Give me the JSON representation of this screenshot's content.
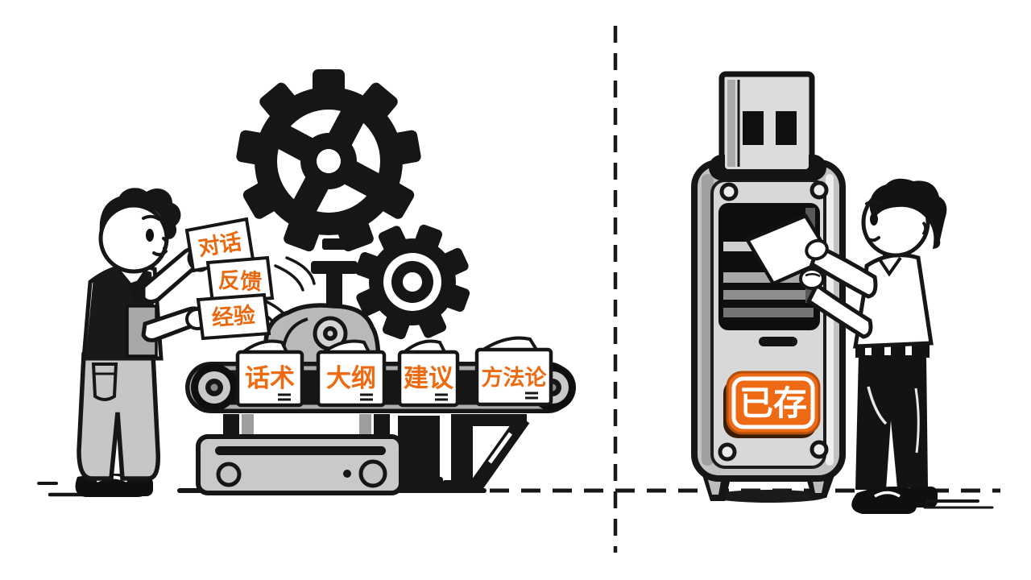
{
  "colors": {
    "ink": "#161616",
    "accent_orange": "#e8690f",
    "badge_orange": "#ee6a15",
    "machine_gray": "#c9c9c9"
  },
  "left_scene": {
    "input_notes": [
      {
        "label": "对话"
      },
      {
        "label": "反馈"
      },
      {
        "label": "经验"
      }
    ],
    "output_docs": [
      {
        "label": "话术"
      },
      {
        "label": "大纲"
      },
      {
        "label": "建议"
      },
      {
        "label": "方法论"
      }
    ]
  },
  "right_scene": {
    "badge": {
      "label": "已存"
    }
  }
}
